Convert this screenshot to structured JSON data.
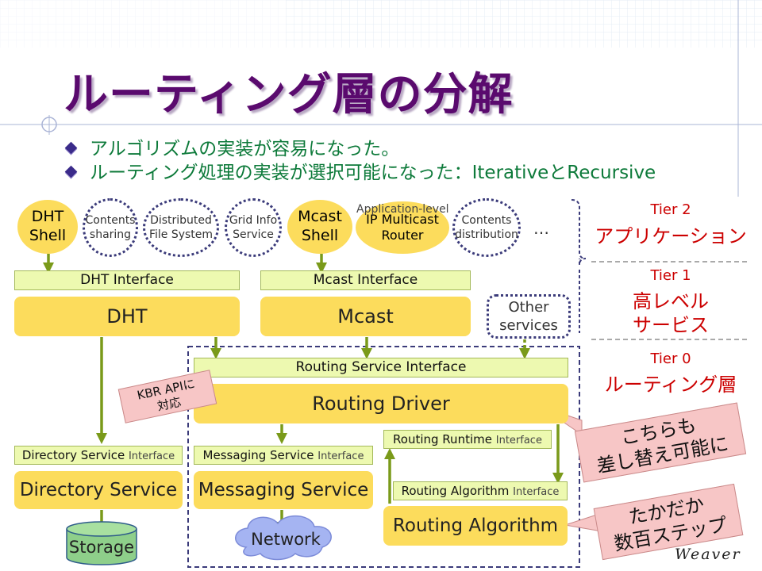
{
  "title": "ルーティング層の分解",
  "bullets": [
    "アルゴリズムの実装が容易になった。",
    "ルーティング処理の実装が選択可能になった：IterativeとRecursive"
  ],
  "tiers": {
    "tier2_label": "Tier 2",
    "tier2_name": "アプリケーション",
    "tier1_label": "Tier 1",
    "tier1_name_line1": "高レベル",
    "tier1_name_line2": "サービス",
    "tier0_label": "Tier 0",
    "tier0_name": "ルーティング層"
  },
  "apps": {
    "dht_shell_1": "DHT",
    "dht_shell_2": "Shell",
    "contents_sharing_1": "Contents",
    "contents_sharing_2": "sharing",
    "dfs_1": "Distributed",
    "dfs_2": "File System",
    "grid_1": "Grid Info",
    "grid_2": "Service",
    "mcast_shell_1": "Mcast",
    "mcast_shell_2": "Shell",
    "app_level": "Application-level",
    "ipm_1": "IP Multicast",
    "ipm_2": "Router",
    "cd_1": "Contents",
    "cd_2": "distribution",
    "ellipsis": "…"
  },
  "interfaces": {
    "dht": "DHT Interface",
    "mcast": "Mcast Interface",
    "routing_service": "Routing Service Interface",
    "directory_name": "Directory Service",
    "messaging_name": "Messaging Service",
    "routing_runtime_name": "Routing Runtime",
    "routing_algorithm_name": "Routing Algorithm",
    "suffix": "Interface"
  },
  "services": {
    "dht": "DHT",
    "mcast": "Mcast",
    "other_1": "Other",
    "other_2": "services",
    "routing_driver": "Routing Driver",
    "directory": "Directory Service",
    "messaging": "Messaging Service",
    "routing_algorithm": "Routing Algorithm",
    "storage": "Storage",
    "network": "Network"
  },
  "callouts": {
    "kbr_1": "KBR APIに",
    "kbr_2": "対応",
    "replace_1": "こちらも",
    "replace_2": "差し替え可能に",
    "steps_1": "たかだか",
    "steps_2": "数百ステップ"
  },
  "logo": "Weaver",
  "colors": {
    "title": "#5a0a6e",
    "bullet_text": "#0d7a3a",
    "box_fill": "#fcdc5c",
    "interface_fill": "#edf9b0",
    "arrow": "#7a9a1a",
    "tier_text": "#cc0000",
    "callout_fill": "#f7c6c6"
  }
}
